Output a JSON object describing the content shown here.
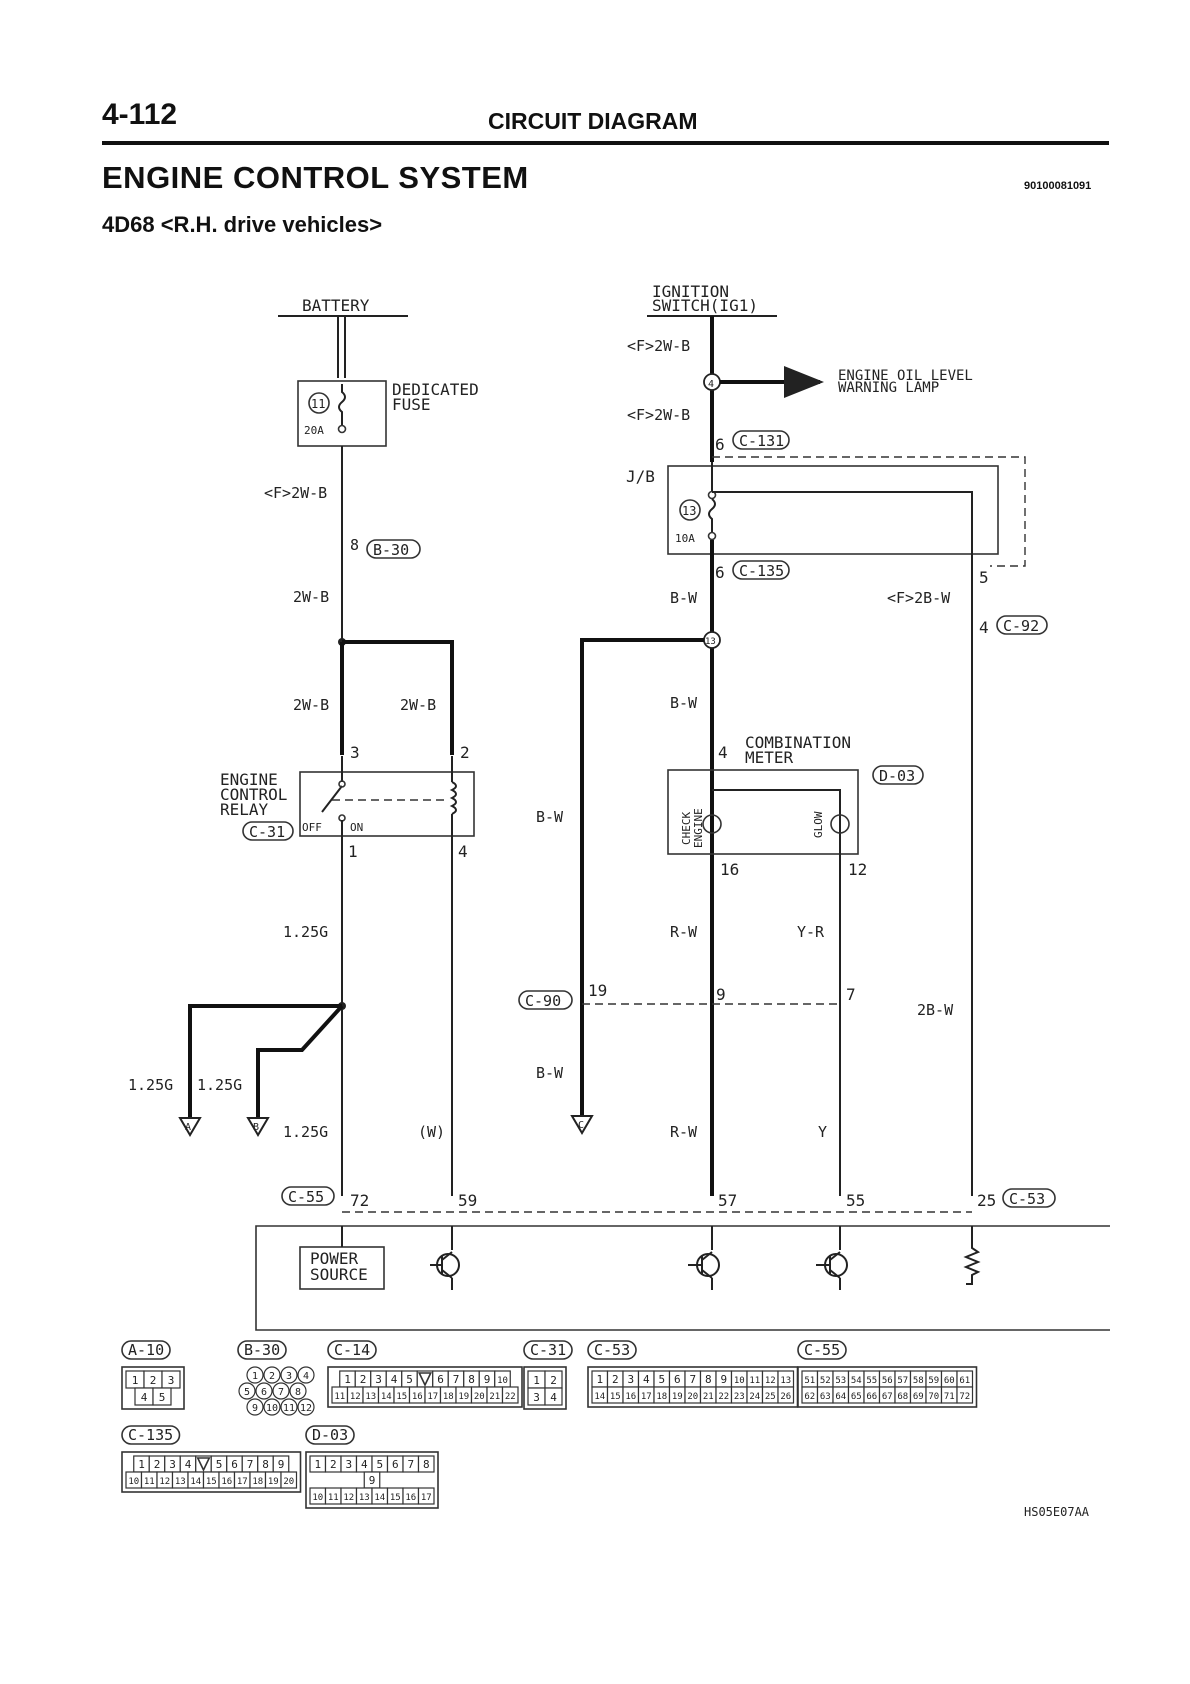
{
  "header": {
    "page_number": "4-112",
    "section": "CIRCUIT DIAGRAM",
    "title": "ENGINE CONTROL SYSTEM",
    "doc_number": "90100081091",
    "subtitle": "4D68 <R.H. drive vehicles>"
  },
  "components": {
    "battery": "BATTERY",
    "ignition_switch_1": "IGNITION",
    "ignition_switch_2": "SWITCH(IG1)",
    "dedicated_fuse_1": "DEDICATED",
    "dedicated_fuse_2": "FUSE",
    "fuse11_no": "11",
    "fuse11_rating": "20A",
    "jb": "J/B",
    "fuse13_no": "13",
    "fuse13_rating": "10A",
    "oil_lamp_1": "ENGINE OIL LEVEL",
    "oil_lamp_2": "WARNING LAMP",
    "relay_1": "ENGINE",
    "relay_2": "CONTROL",
    "relay_3": "RELAY",
    "relay_off": "OFF",
    "relay_on": "ON",
    "meter_1": "COMBINATION",
    "meter_2": "METER",
    "check_engine_1": "CHECK",
    "check_engine_2": "ENGINE",
    "glow": "GLOW",
    "power_source_1": "POWER",
    "power_source_2": "SOURCE",
    "junction_4": "4",
    "junction_13": "13",
    "ground_a": "A",
    "ground_b": "B",
    "ground_c": "C",
    "figure_code": "HS05E07AA"
  },
  "wire_labels": {
    "f_2wb_1": "<F>2W-B",
    "f_2wb_2": "<F>2W-B",
    "f_2wb_3": "<F>2W-B",
    "w2b_1": "2W-B",
    "w2b_2": "2W-B",
    "w2b_3": "2W-B",
    "bw_1": "B-W",
    "bw_2": "B-W",
    "bw_3": "B-W",
    "bw_4": "B-W",
    "f_2bw": "<F>2B-W",
    "g125_1": "1.25G",
    "g125_2": "1.25G",
    "g125_3": "1.25G",
    "g125_4": "1.25G",
    "rw_1": "R-W",
    "rw_2": "R-W",
    "yr": "Y-R",
    "y": "Y",
    "w": "(W)",
    "bw2_1": "2B-W"
  },
  "pin_labels": {
    "p6a": "6",
    "p6b": "6",
    "p8": "8",
    "p5": "5",
    "p4a": "4",
    "p3": "3",
    "p2": "2",
    "p4b": "4",
    "p1": "1",
    "p4c": "4",
    "p16": "16",
    "p12": "12",
    "p19": "19",
    "p9": "9",
    "p7": "7",
    "p72": "72",
    "p59": "59",
    "p57": "57",
    "p55": "55",
    "p25": "25"
  },
  "connector_tags": {
    "c131": "C-131",
    "c135": "C-135",
    "b30": "B-30",
    "c92": "C-92",
    "c31": "C-31",
    "d03": "D-03",
    "c90": "C-90",
    "c55": "C-55",
    "c53": "C-53"
  },
  "connector_legend": [
    {
      "name": "A-10",
      "rows": [
        [
          "1",
          "2",
          "3"
        ],
        [
          "4",
          "5"
        ]
      ]
    },
    {
      "name": "B-30",
      "rows": [
        [
          "1",
          "2",
          "3",
          "4"
        ],
        [
          "5",
          "6",
          "7",
          "8"
        ],
        [
          "9",
          "10",
          "11",
          "12"
        ]
      ]
    },
    {
      "name": "C-14",
      "rows": [
        [
          "1",
          "2",
          "3",
          "4",
          "5",
          "",
          "6",
          "7",
          "8",
          "9",
          "10"
        ],
        [
          "11",
          "12",
          "13",
          "14",
          "15",
          "16",
          "17",
          "18",
          "19",
          "20",
          "21",
          "22"
        ]
      ]
    },
    {
      "name": "C-31",
      "rows": [
        [
          "1",
          "2"
        ],
        [
          "3",
          "4"
        ]
      ]
    },
    {
      "name": "C-53",
      "rows": [
        [
          "1",
          "2",
          "3",
          "4",
          "5",
          "6",
          "7",
          "8",
          "9",
          "10",
          "11",
          "12",
          "13"
        ],
        [
          "14",
          "15",
          "16",
          "17",
          "18",
          "19",
          "20",
          "21",
          "22",
          "23",
          "24",
          "25",
          "26"
        ]
      ]
    },
    {
      "name": "C-55",
      "rows": [
        [
          "51",
          "52",
          "53",
          "54",
          "55",
          "56",
          "57",
          "58",
          "59",
          "60",
          "61"
        ],
        [
          "62",
          "63",
          "64",
          "65",
          "66",
          "67",
          "68",
          "69",
          "70",
          "71",
          "72"
        ]
      ]
    },
    {
      "name": "C-135",
      "rows": [
        [
          "1",
          "2",
          "3",
          "4",
          "",
          "5",
          "6",
          "7",
          "8",
          "9"
        ],
        [
          "10",
          "11",
          "12",
          "13",
          "14",
          "15",
          "16",
          "17",
          "18",
          "19",
          "20"
        ]
      ]
    },
    {
      "name": "D-03",
      "rows": [
        [
          "1",
          "2",
          "3",
          "4",
          "5",
          "6",
          "7",
          "8"
        ],
        [
          "9"
        ],
        [
          "10",
          "11",
          "12",
          "13",
          "14",
          "15",
          "16",
          "17"
        ]
      ]
    }
  ]
}
